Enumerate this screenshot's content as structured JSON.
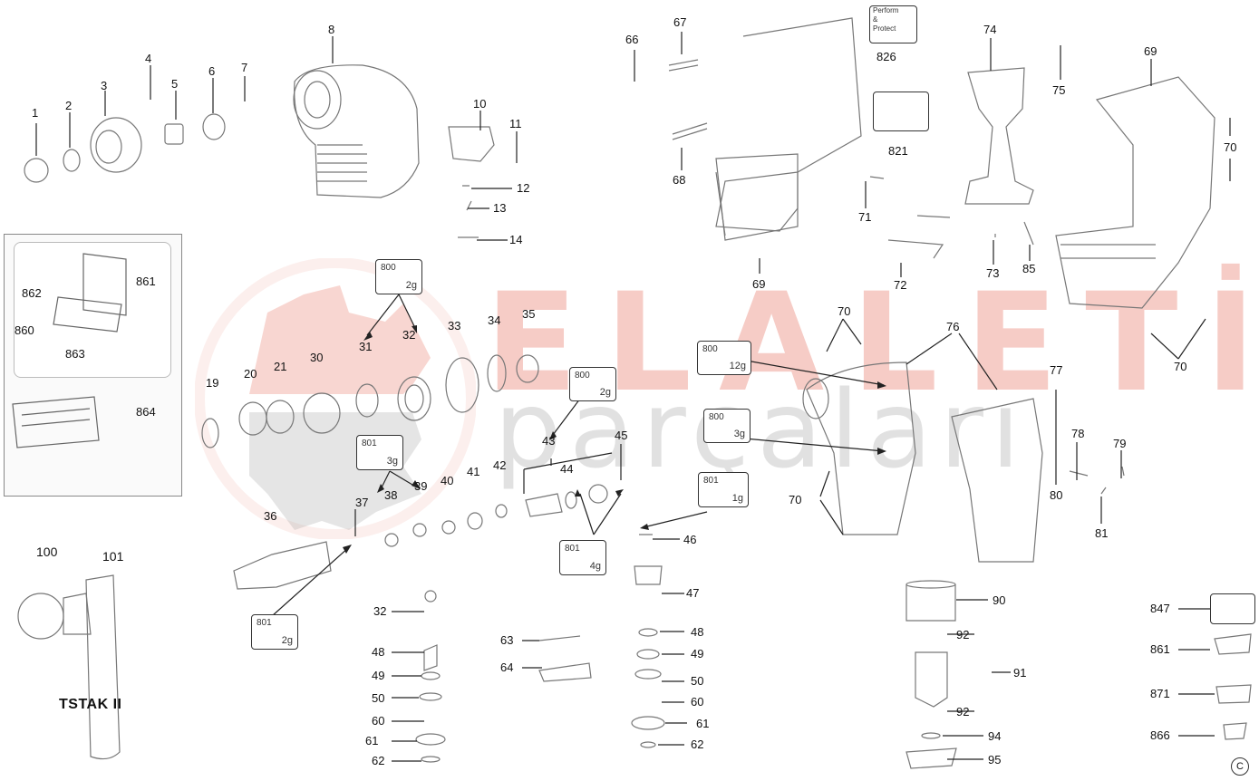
{
  "watermark": {
    "line1": "ELALETİ",
    "line2": "parçaları",
    "accent": "#e77868",
    "gray": "#9a9a9a"
  },
  "kit_label": "TSTAK II",
  "copyright_symbol": "C",
  "box_826": [
    "Perform",
    "&",
    "Protect"
  ],
  "callouts": {
    "c1": "1",
    "c2": "2",
    "c3": "3",
    "c4": "4",
    "c5": "5",
    "c6": "6",
    "c7": "7",
    "c8": "8",
    "c10": "10",
    "c11": "11",
    "c12": "12",
    "c13": "13",
    "c14": "14",
    "c19": "19",
    "c20": "20",
    "c21": "21",
    "c30": "30",
    "c31": "31",
    "c32a": "32",
    "c33": "33",
    "c34": "34",
    "c35": "35",
    "c36": "36",
    "c37": "37",
    "c38": "38",
    "c39": "39",
    "c40": "40",
    "c41": "41",
    "c42": "42",
    "c43": "43",
    "c44": "44",
    "c45": "45",
    "c46": "46",
    "c47": "47",
    "c48a": "48",
    "c49a": "49",
    "c50a": "50",
    "c60a": "60",
    "c61a": "61",
    "c62a": "62",
    "c32b": "32",
    "c48b": "48",
    "c49b": "49",
    "c50b": "50",
    "c60b": "60",
    "c61b": "61",
    "c62b": "62",
    "c63": "63",
    "c64": "64",
    "c66": "66",
    "c67": "67",
    "c68": "68",
    "c69a": "69",
    "c69b": "69",
    "c70a": "70",
    "c70b": "70",
    "c70c": "70",
    "c70d": "70",
    "c71": "71",
    "c72": "72",
    "c73": "73",
    "c74": "74",
    "c75": "75",
    "c76": "76",
    "c77": "77",
    "c78": "78",
    "c79": "79",
    "c80": "80",
    "c81": "81",
    "c85": "85",
    "c90": "90",
    "c91": "91",
    "c92a": "92",
    "c92b": "92",
    "c94": "94",
    "c95": "95",
    "c100": "100",
    "c101": "101",
    "c821": "821",
    "c826": "826",
    "c847": "847",
    "c860": "860",
    "c861a": "861",
    "c861b": "861",
    "c862": "862",
    "c863": "863",
    "c864": "864",
    "c866": "866",
    "c871": "871"
  },
  "grease_boxes": {
    "g1": {
      "code": "800",
      "qty": "2g"
    },
    "g2": {
      "code": "800",
      "qty": "2g"
    },
    "g3": {
      "code": "800",
      "qty": "12g"
    },
    "g4": {
      "code": "800",
      "qty": "3g"
    },
    "g5": {
      "code": "801",
      "qty": "3g"
    },
    "g6": {
      "code": "801",
      "qty": "1g"
    },
    "g7": {
      "code": "801",
      "qty": "4g"
    },
    "g8": {
      "code": "801",
      "qty": "2g"
    }
  }
}
